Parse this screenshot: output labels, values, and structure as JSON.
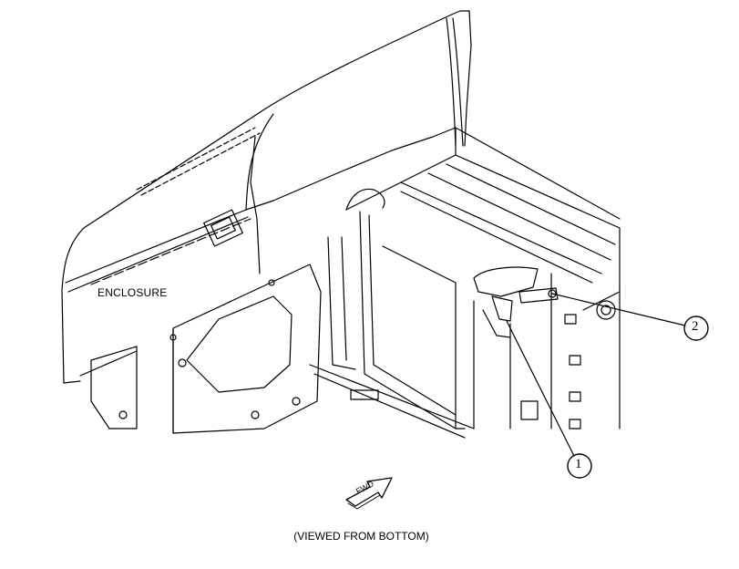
{
  "labels": {
    "enclosure": "ENCLOSURE",
    "caption": "(VIEWED FROM BOTTOM)",
    "fwd_arrow": "FWD"
  },
  "callouts": [
    {
      "number": "1"
    },
    {
      "number": "2"
    }
  ],
  "colors": {
    "line": "#000000",
    "background": "#ffffff"
  }
}
